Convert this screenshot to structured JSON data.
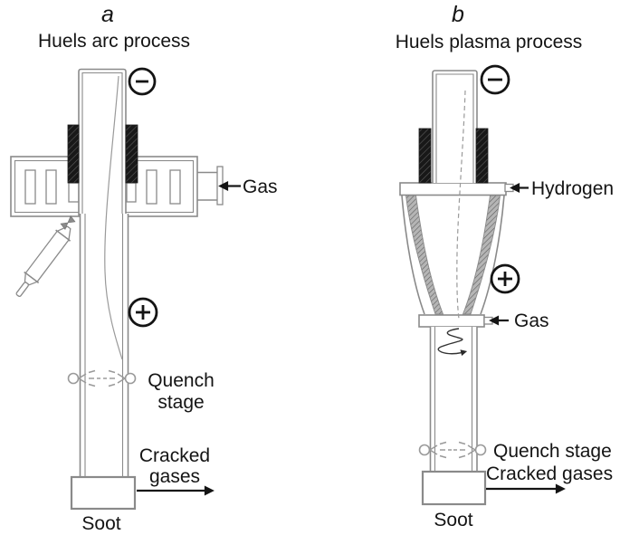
{
  "meta": {
    "type": "scientific-figure",
    "background": "#ffffff"
  },
  "colors": {
    "line": "#8a8a8a",
    "text": "#141414",
    "arrow": "#141414",
    "faint": "#9a9a9a"
  },
  "panel_a": {
    "letter": "a",
    "title": "Huels arc process",
    "cathode_icon": "minus",
    "anode_icon": "plus",
    "labels": {
      "gas": "Gas",
      "quench_line1": "Quench",
      "quench_line2": "stage",
      "cracked_line1": "Cracked",
      "cracked_line2": "gases",
      "soot": "Soot"
    }
  },
  "panel_b": {
    "letter": "b",
    "title": "Huels plasma process",
    "cathode_icon": "minus",
    "anode_icon": "plus",
    "labels": {
      "hydrogen": "Hydrogen",
      "gas": "Gas",
      "quench": "Quench stage",
      "cracked": "Cracked gases",
      "soot": "Soot"
    }
  }
}
